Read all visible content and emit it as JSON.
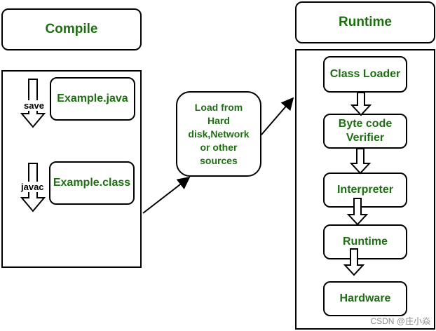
{
  "compile": {
    "header": "Compile",
    "source_file": "Example.java",
    "class_file": "Example.class",
    "save_label": "save",
    "javac_label": "javac"
  },
  "load": {
    "text": [
      "Load from",
      "Hard",
      "disk,Network",
      "or other",
      "sources"
    ]
  },
  "runtime": {
    "header": "Runtime",
    "steps": [
      "Class Loader",
      [
        "Byte code",
        "Verifier"
      ],
      "Interpreter",
      "Runtime",
      "Hardware"
    ]
  },
  "watermark": "CSDN @庄小焱",
  "colors": {
    "text_green": "#1e6e12",
    "border": "#000000"
  }
}
